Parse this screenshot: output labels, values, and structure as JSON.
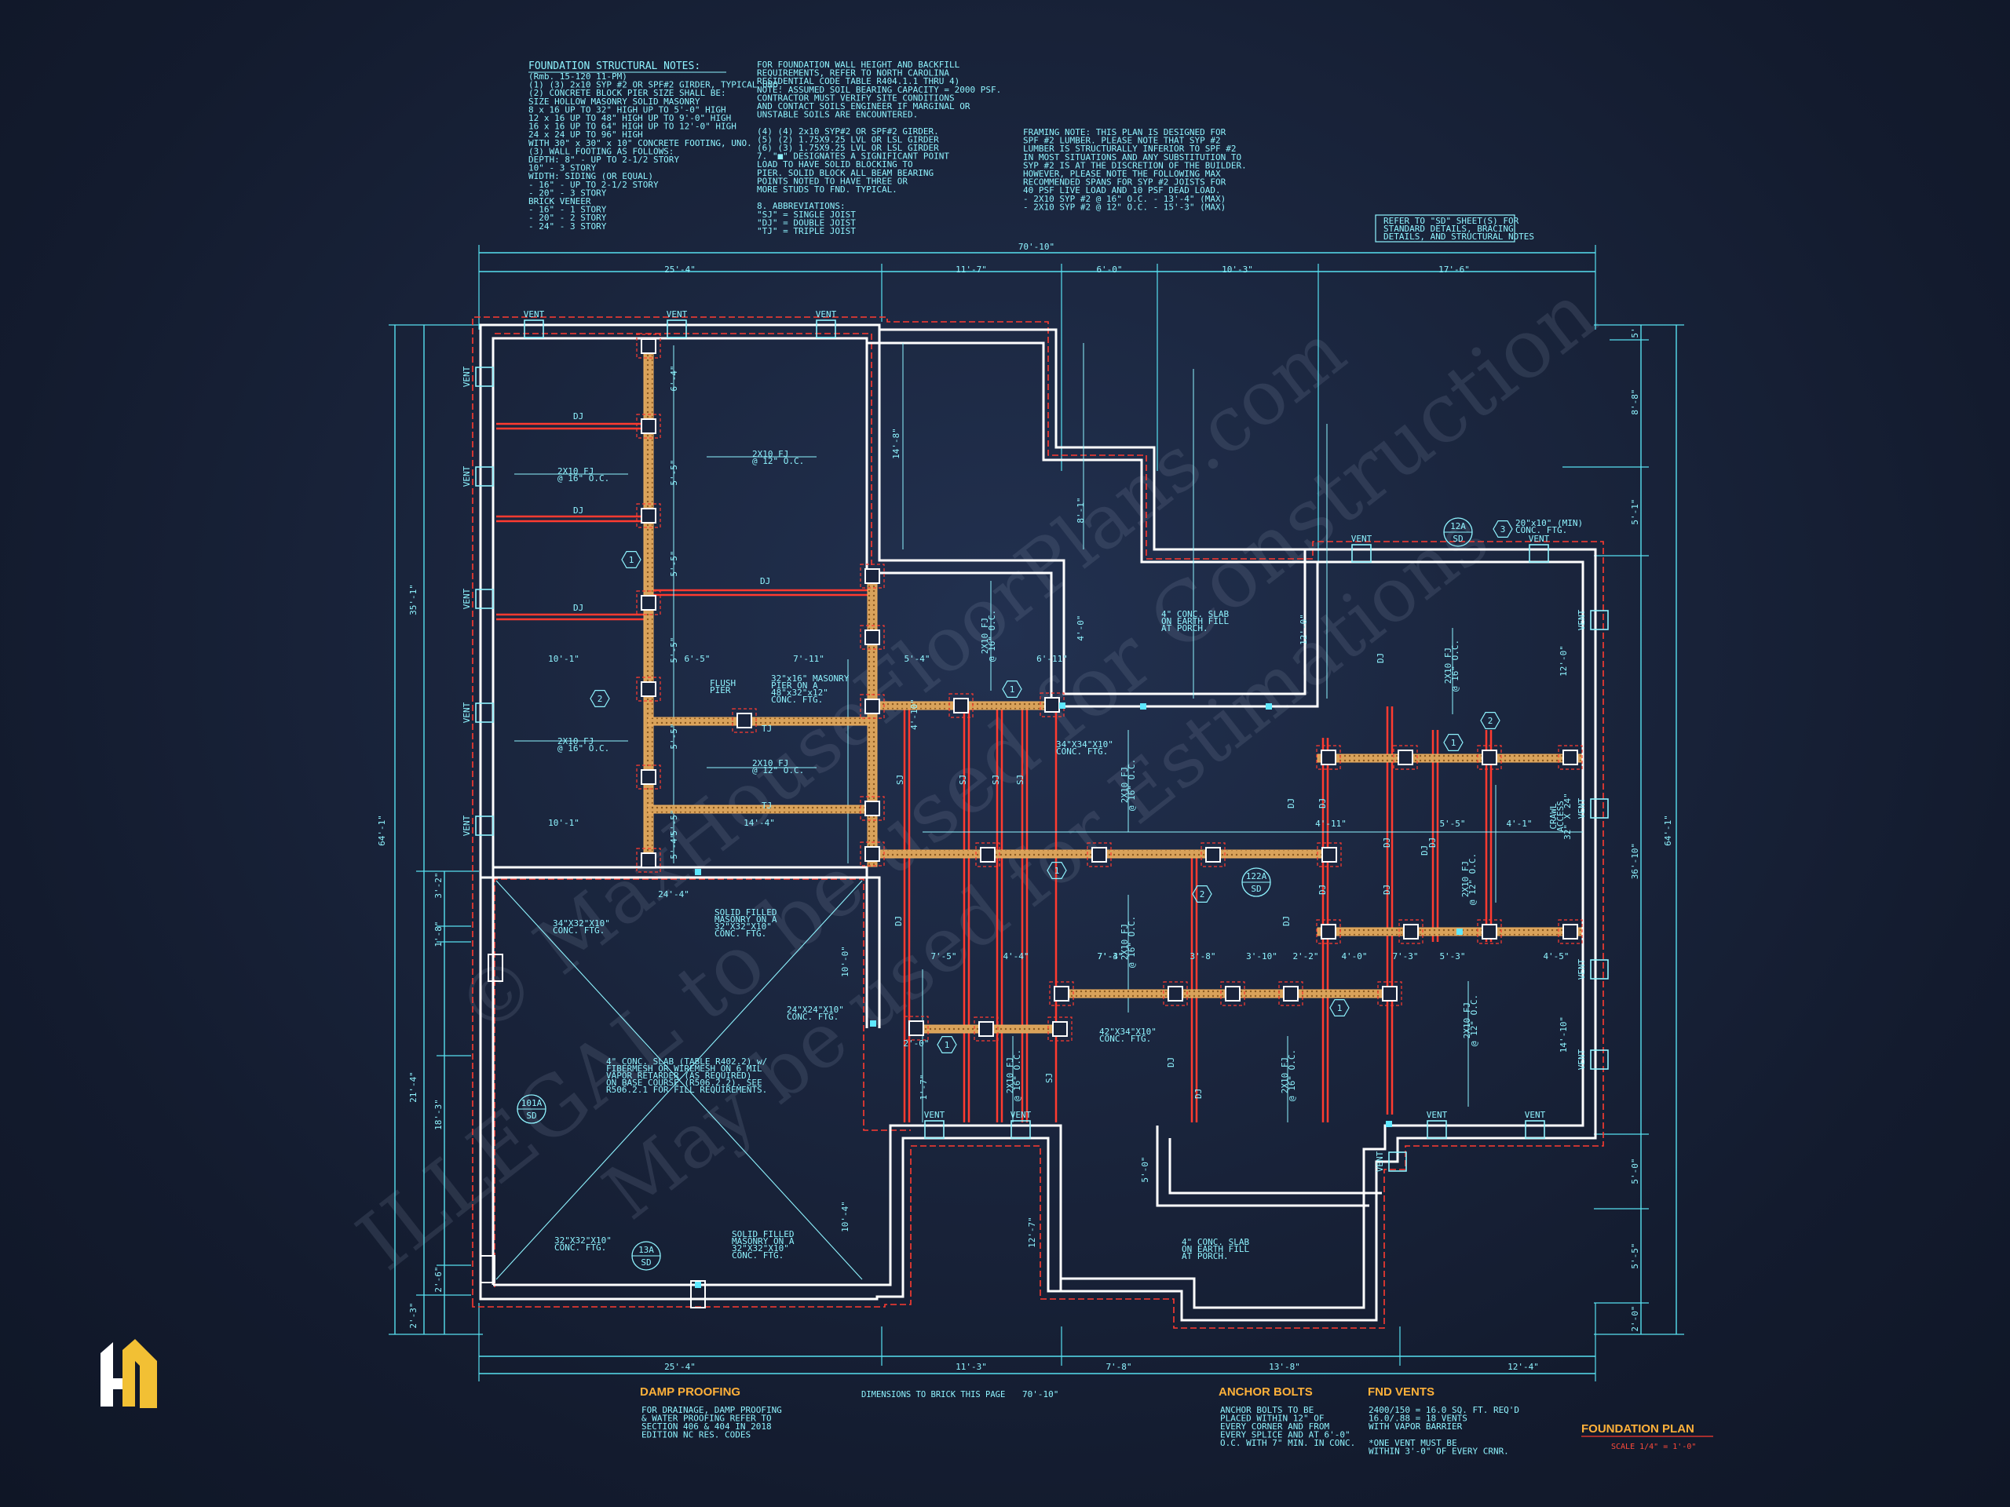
{
  "notes": {
    "foundation_title": "FOUNDATION STRUCTURAL NOTES:",
    "foundation_lines": [
      "(Rmb. 15-120 11-PM)",
      "(1) (3) 2x10 SYP #2 OR SPF#2 GIRDER, TYPICAL UNO.",
      "(2) CONCRETE BLOCK PIER SIZE SHALL BE:",
      "    SIZE      HOLLOW MASONRY      SOLID MASONRY",
      "    8 x 16    UP TO 32\" HIGH      UP TO 5'-0\" HIGH",
      "    12 x 16   UP TO 48\" HIGH      UP TO 9'-0\" HIGH",
      "    16 x 16   UP TO 64\" HIGH      UP TO 12'-0\" HIGH",
      "    24 x 24   UP TO 96\" HIGH",
      "    WITH 30\" x 30\" x 10\" CONCRETE FOOTING, UNO.",
      "(3) WALL FOOTING AS FOLLOWS:",
      "    DEPTH:  8\" - UP TO 2-1/2 STORY",
      "            10\" - 3 STORY",
      "    WIDTH:  SIDING (OR EQUAL)",
      "            - 16\" - UP TO 2-1/2 STORY",
      "            - 20\" - 3 STORY",
      "       BRICK VENEER",
      "            - 16\" - 1 STORY",
      "            - 20\" - 2 STORY",
      "            - 24\" - 3 STORY"
    ],
    "middle_lines": [
      "FOR FOUNDATION WALL HEIGHT AND BACKFILL",
      "REQUIREMENTS, REFER TO NORTH CAROLINA",
      "RESIDENTIAL CODE TABLE R404.1.1 THRU 4)",
      "NOTE: ASSUMED SOIL BEARING CAPACITY = 2000 PSF.",
      "CONTRACTOR MUST VERIFY SITE CONDITIONS",
      "AND CONTACT SOILS ENGINEER IF MARGINAL OR",
      "UNSTABLE SOILS ARE ENCOUNTERED.",
      "",
      "(4) (4) 2x10 SYP#2 OR SPF#2 GIRDER.",
      "(5) (2) 1.75X9.25 LVL OR LSL GIRDER",
      "(6) (3) 1.75X9.25 LVL OR LSL GIRDER",
      "7. \"■\" DESIGNATES A SIGNIFICANT POINT",
      "   LOAD TO HAVE SOLID BLOCKING TO",
      "   PIER. SOLID BLOCK ALL BEAM BEARING",
      "   POINTS NOTED TO HAVE THREE OR",
      "   MORE STUDS TO FND. TYPICAL.",
      "",
      "8. ABBREVIATIONS:",
      "   \"SJ\" = SINGLE JOIST",
      "   \"DJ\" = DOUBLE JOIST",
      "   \"TJ\" = TRIPLE JOIST"
    ],
    "framing_lines": [
      "FRAMING NOTE: THIS PLAN IS DESIGNED FOR",
      "SPF #2 LUMBER. PLEASE NOTE THAT SYP #2",
      "LUMBER IS STRUCTURALLY INFERIOR TO SPF #2",
      "IN MOST SITUATIONS AND ANY SUBSTITUTION TO",
      "SYP #2 IS AT THE DISCRETION OF THE BUILDER.",
      "HOWEVER, PLEASE NOTE THE FOLLOWING MAX",
      "RECOMMENDED SPANS FOR SYP #2 JOISTS FOR",
      "40 PSF LIVE LOAD AND 10 PSF DEAD LOAD.",
      "- 2X10 SYP #2 @ 16\" O.C. - 13'-4\" (MAX)",
      "- 2X10 SYP #2 @ 12\" O.C. - 15'-3\" (MAX)"
    ],
    "refer_lines": [
      "REFER TO \"SD\" SHEET(S) FOR",
      "STANDARD DETAILS, BRACING",
      "DETAILS, AND STRUCTURAL NOTES"
    ]
  },
  "dims": {
    "top_overall": "70'-10\"",
    "top_segments": [
      "25'-4\"",
      "11'-7\"",
      "6'-0\"",
      "10'-3\"",
      "17'-6\""
    ],
    "bottom_overall": "70'-10\"",
    "bottom_segments": [
      "25'-4\"",
      "11'-3\"",
      "7'-8\"",
      "13'-8\"",
      "12'-4\""
    ],
    "left_overall": "64'-1\"",
    "left_segments": [
      "35'-1\"",
      "3'-2\"",
      "1'-8\"",
      "21'-4\"",
      "18'-3\"",
      "2'-6\"",
      "2'-3\""
    ],
    "right_overall": "64'-1\"",
    "right_segments": [
      "5'",
      "8'-8\"",
      "5'-1\"",
      "36'-10\"",
      "5'-0\"",
      "5'-5\"",
      "2'-0\""
    ],
    "interior": [
      "6'-4\"",
      "5'-5\"",
      "5'-5\"",
      "5'-5\"",
      "5'-5\"",
      "5'-5\"",
      "5'-4\"",
      "10'-1\"",
      "10'-1\"",
      "6'-5\"",
      "7'-11\"",
      "5'-4\"",
      "14'-4\"",
      "4'-10\"",
      "24'-4\"",
      "14'-8\"",
      "8'-1\"",
      "4'-0\"",
      "12'-0\"",
      "12'-0\"",
      "14'-10\"",
      "6'-11\"",
      "5'-0\"",
      "12'-7\"",
      "10'-0\"",
      "10'-4\"",
      "7'-5\"",
      "4'-4\"",
      "7'-3\"",
      "7'-4\"",
      "3'-8\"",
      "3'-10\"",
      "2'-2\"",
      "4'-0\"",
      "7'-3\"",
      "5'-3\"",
      "4'-5\"",
      "4'-11\"",
      "5'-5\"",
      "4'-1\"",
      "1'-7\"",
      "2'-0\""
    ]
  },
  "labels": {
    "vent": "VENT",
    "dj": "DJ",
    "sj": "SJ",
    "tj": "TJ",
    "joist_16": [
      "2X10 FJ",
      "@ 16\" O.C."
    ],
    "joist_12": [
      "2X10 FJ",
      "@ 12\" O.C."
    ],
    "flush_pier": [
      "FLUSH",
      "PIER"
    ],
    "masonry_pier": [
      "32\"x16\" MASONRY",
      "PIER ON A",
      "48\"x32\"x12\"",
      "CONC. FTG."
    ],
    "ftg_34": [
      "34\"X34\"X10\"",
      "CONC. FTG."
    ],
    "ftg_34b": [
      "34\"X32\"X10\"",
      "CONC. FTG."
    ],
    "ftg_24": [
      "24\"X24\"X10\"",
      "CONC. FTG."
    ],
    "ftg_32": [
      "32\"X32\"X10\"",
      "CONC. FTG."
    ],
    "ftg_42": [
      "42\"X34\"X10\"",
      "CONC. FTG."
    ],
    "ftg_20": [
      "20\"x10\" (MIN)",
      "CONC. FTG."
    ],
    "solid_masonry": [
      "SOLID FILLED",
      "MASONRY ON A",
      "32\"X32\"X10\"",
      "CONC. FTG."
    ],
    "porch_slab": [
      "4\" CONC. SLAB",
      "ON EARTH FILL",
      "AT PORCH."
    ],
    "garage_slab": [
      "4\" CONC. SLAB (TABLE R402.2) w/",
      "FIBERMESH OR WIREMESH ON 6 MIL",
      "VAPOR RETARDER (AS REQUIRED)",
      "ON BASE COURSE (R506.2.2). SEE",
      "R506.2.1 FOR FILL REQUIREMENTS."
    ],
    "access": [
      "CRAWL",
      "ACCESS",
      "32\" X 24\""
    ],
    "tags": {
      "t12a": "12A",
      "t122a": "122A",
      "t101a": "101A",
      "t13a": "13A",
      "sd": "SD"
    }
  },
  "footer": {
    "damp_title": "DAMP PROOFING",
    "damp_lines": [
      "FOR DRAINAGE, DAMP PROOFING",
      "& WATER PROOFING REFER TO",
      "SECTION 406 & 404 IN 2018",
      "EDITION NC RES. CODES"
    ],
    "dim_note": "DIMENSIONS TO BRICK THIS PAGE",
    "anchor_title": "ANCHOR BOLTS",
    "anchor_lines": [
      "ANCHOR BOLTS TO BE",
      "PLACED WITHIN 12\" OF",
      "EVERY CORNER AND FROM",
      "EVERY SPLICE AND AT 6'-0\"",
      "O.C. WITH 7\" MIN. IN CONC."
    ],
    "vents_title": "FND VENTS",
    "vents_lines": [
      "2400/150 = 16.0 SQ. FT. REQ'D",
      "16.0/.88 = 18 VENTS",
      "WITH VAPOR BARRIER",
      "",
      "*ONE VENT MUST BE",
      "WITHIN 3'-0\" OF EVERY CRNR."
    ],
    "plan_title": "FOUNDATION PLAN",
    "plan_scale": "SCALE 1/4\" = 1'-0\""
  },
  "watermark": {
    "line1": "© MaxHouseFloorPlans.com",
    "line2": "ILLEGAL to be used for Construction",
    "line3": "May be used for Estimations"
  },
  "colors": {
    "background": "#1a253d",
    "linework": "#8ff4ff",
    "walls": "#ffffff",
    "footing": "#ff3b30",
    "girder": "#f0b060",
    "heading": "#ffb13a",
    "logo": "#f2c034"
  },
  "logo": {
    "icon": "house-logo-icon"
  }
}
